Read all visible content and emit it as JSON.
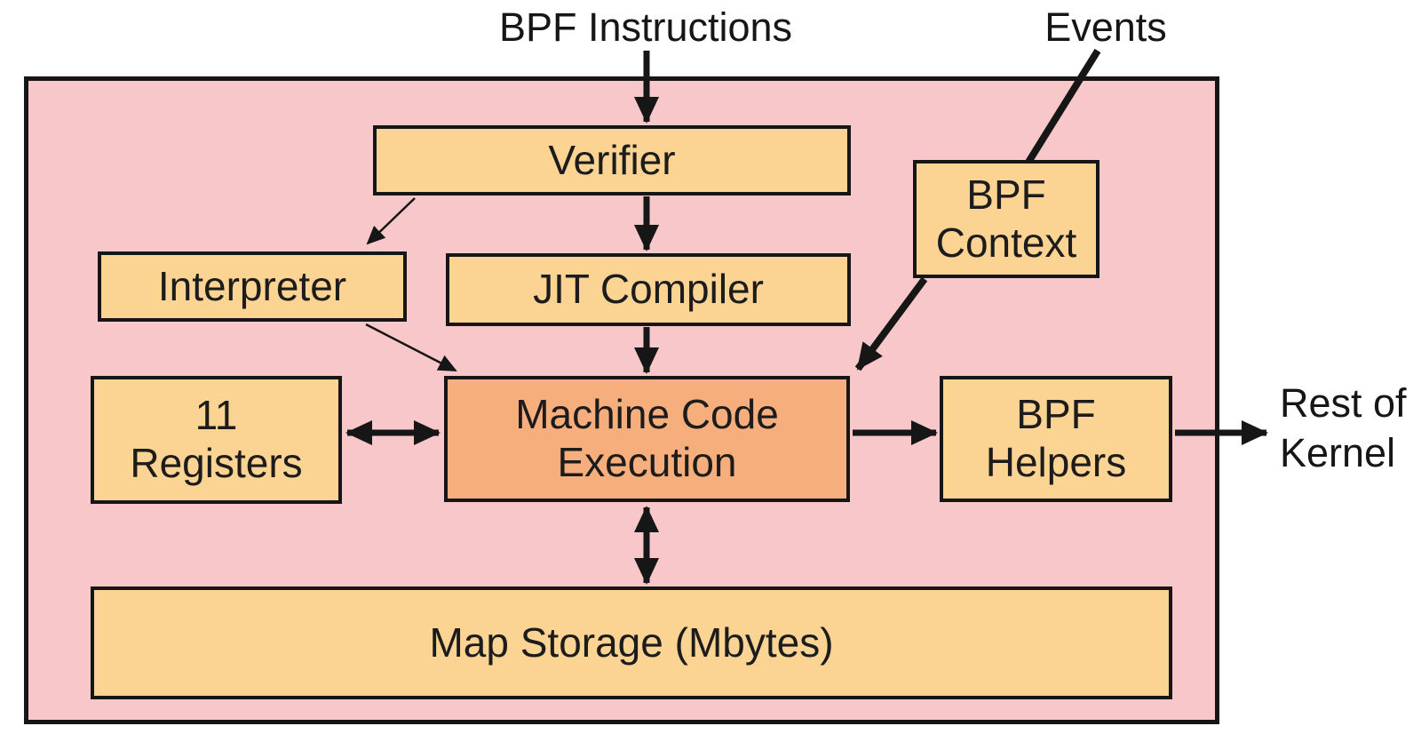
{
  "diagram": {
    "kind": "BPF runtime internals block diagram",
    "top_labels": {
      "instructions": "BPF Instructions",
      "events": "Events"
    },
    "outside_labels": {
      "rest_line1": "Rest of",
      "rest_line2": "Kernel"
    },
    "boxes": {
      "verifier": {
        "label": "Verifier"
      },
      "interpreter": {
        "label": "Interpreter"
      },
      "jit": {
        "label": "JIT Compiler"
      },
      "context": {
        "line1": "BPF",
        "line2": "Context"
      },
      "registers": {
        "line1": "11",
        "line2": "Registers"
      },
      "mce": {
        "line1": "Machine Code",
        "line2": "Execution"
      },
      "helpers": {
        "line1": "BPF",
        "line2": "Helpers"
      },
      "map": {
        "label": "Map Storage (Mbytes)"
      }
    },
    "arrows": [
      "BPF Instructions -> Verifier",
      "Verifier -> JIT Compiler",
      "Verifier -> Interpreter",
      "JIT Compiler -> Machine Code Execution",
      "Interpreter -> Machine Code Execution",
      "Events -> BPF Context",
      "BPF Context -> Machine Code Execution",
      "11 Registers <-> Machine Code Execution",
      "Machine Code Execution <-> Map Storage (Mbytes)",
      "Machine Code Execution -> BPF Helpers",
      "BPF Helpers -> Rest of Kernel"
    ],
    "colors": {
      "kernel_fill": "#f8c7ca",
      "box_fill": "#fbd392",
      "exec_box_fill": "#f5ae7c",
      "outline": "#161616",
      "text": "#1c1c1c",
      "page_background": "#ffffff"
    }
  }
}
